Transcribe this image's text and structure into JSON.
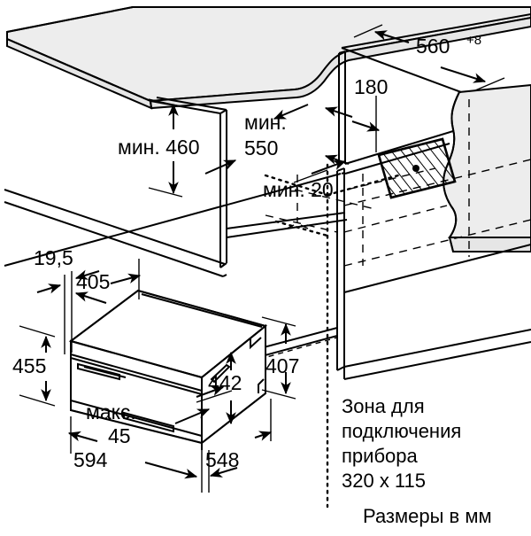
{
  "document": {
    "type": "appliance-installation-dimension-drawing",
    "units_note": "Размеры в мм"
  },
  "dimensions": {
    "niche_depth": {
      "value": "560",
      "tolerance": "+8",
      "label": "560"
    },
    "top_clearance": {
      "value": "180",
      "label": "180"
    },
    "min_height_left": {
      "label": "мин. 460"
    },
    "min_width": {
      "label_line1": "мин.",
      "label_line2": "550"
    },
    "min_gap_bottom": {
      "label": "мин. 20"
    },
    "front_offset": {
      "label": "19,5"
    },
    "inner_width": {
      "label": "405"
    },
    "front_height": {
      "label": "455"
    },
    "body_height": {
      "label": "442"
    },
    "niche_height": {
      "label": "407"
    },
    "total_width": {
      "label": "594"
    },
    "total_depth": {
      "label": "548"
    },
    "door_gap": {
      "label_line1": "макс.",
      "label_line2": "45"
    }
  },
  "annotations": {
    "connection_zone": {
      "line1": "Зона для",
      "line2": "подключения",
      "line3": "прибора",
      "line4": "320 х 115"
    },
    "units": "Размеры в мм"
  },
  "colors": {
    "line": "#000000",
    "panel_fill": "#e6e6e6",
    "background": "#ffffff"
  }
}
